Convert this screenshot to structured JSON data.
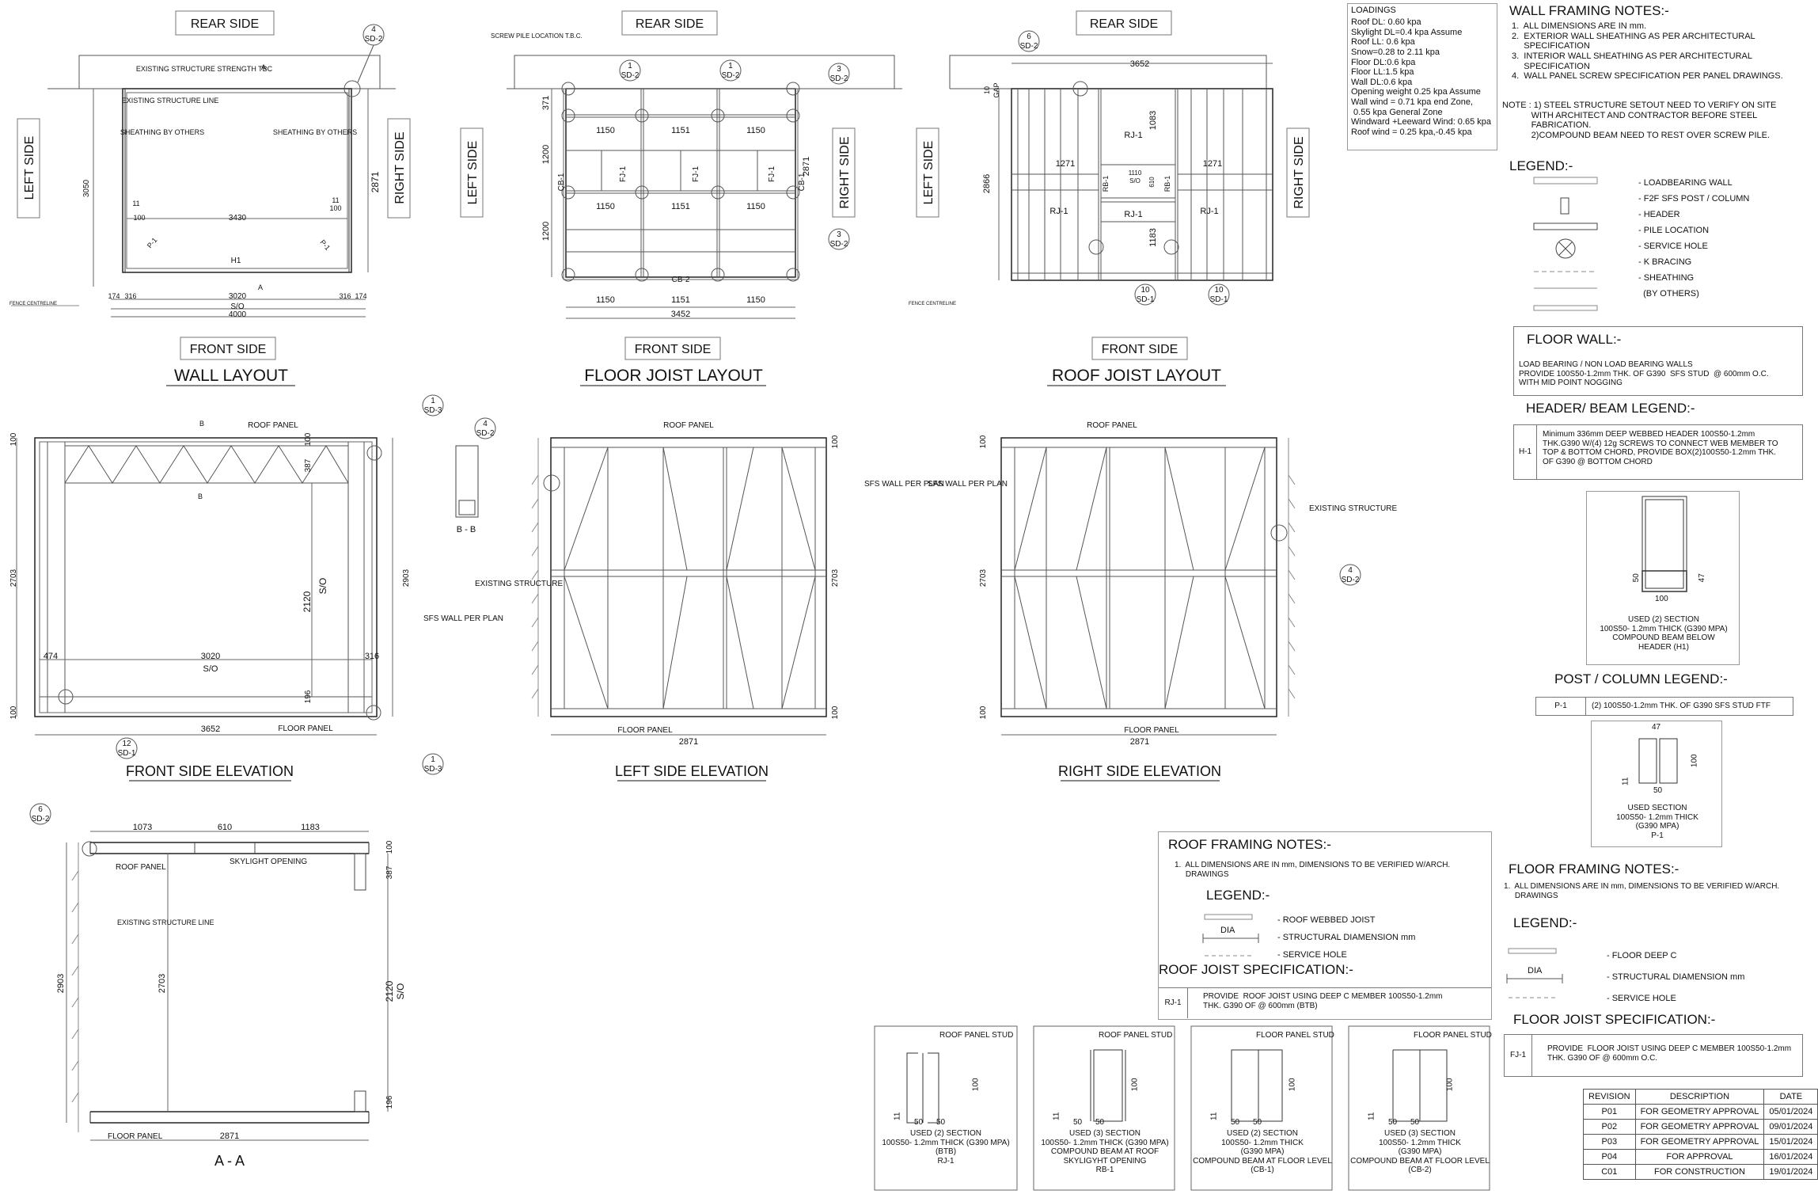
{
  "views": {
    "side_rear": "REAR SIDE",
    "side_front": "FRONT SIDE",
    "side_left": "LEFT SIDE",
    "side_right": "RIGHT SIDE",
    "wall_layout": "WALL LAYOUT",
    "floor_joist_layout": "FLOOR JOIST LAYOUT",
    "roof_joist_layout": "ROOF JOIST LAYOUT",
    "front_side_elevation": "FRONT SIDE ELEVATION",
    "left_side_elevation": "LEFT SIDE ELEVATION",
    "right_side_elevation": "RIGHT SIDE ELEVATION",
    "section_aa": "A - A",
    "section_bb": "B - B"
  },
  "wall_layout": {
    "existing_structure_strength": "EXISTING STRUCTURE STRENGTH TBC",
    "existing_structure_line": "EXISTING STRUCTURE LINE",
    "sheathing_by_others": "SHEATHING BY OTHERS",
    "dim_3050": "3050",
    "dim_2871": "2871",
    "dim_3430": "3430",
    "dim_3020": "3020",
    "dim_so": "S/O",
    "dim_4000": "4000",
    "dim_174": "174",
    "dim_316": "316",
    "dim_100": "100",
    "dim_11": "11",
    "header_tag": "H1",
    "post_tag": "P-1",
    "section_a": "A",
    "fence_centreline": "FENCE CENTRELINE",
    "callout_sd2_num": "4",
    "callout_sd2": "SD-2"
  },
  "floor_joist_layout": {
    "screw_pile": "SCREW PILE LOCATION T.B.C.",
    "dim_1150": "1150",
    "dim_1151": "1151",
    "dim_1200": "1200",
    "dim_371": "371",
    "dim_2871": "2871",
    "dim_3452": "3452",
    "fj": "FJ-1",
    "cb1": "CB-1",
    "cb2": "CB-2",
    "callout_1": "1",
    "callout_3": "3",
    "sd2": "SD-2"
  },
  "roof_joist_layout": {
    "dim_3652": "3652",
    "dim_10": "10",
    "gap": "GAP",
    "dim_1083": "1083",
    "dim_1271": "1271",
    "dim_1110": "1110",
    "dim_610": "610",
    "dim_1183": "1183",
    "dim_2866": "2866",
    "so": "S/O",
    "rj": "RJ-1",
    "rb": "RB-1",
    "callout_6": "6",
    "callout_10": "10",
    "sd1": "SD-1",
    "sd2": "SD-2",
    "fence_centreline": "FENCE CENTRELINE"
  },
  "front_elevation": {
    "roof_panel": "ROOF PANEL",
    "floor_panel": "FLOOR PANEL",
    "sfs_wall": "SFS WALL PER PLAN",
    "dim_100": "100",
    "dim_387": "387",
    "dim_2703": "2703",
    "dim_2120": "2120",
    "dim_so": "S/O",
    "dim_2903": "2903",
    "dim_474": "474",
    "dim_3020": "3020",
    "dim_316": "316",
    "dim_196": "196",
    "dim_3652": "3652",
    "callout_1": "1",
    "callout_12": "12",
    "sd1": "SD-1",
    "sd3": "SD-3",
    "b": "B"
  },
  "section_bb": {
    "callout": "4",
    "sd": "SD-2"
  },
  "left_elevation": {
    "roof_panel": "ROOF PANEL",
    "floor_panel": "FLOOR PANEL",
    "sfs_wall": "SFS WALL PER PLAN",
    "existing_structure": "EXISTING STRUCTURE",
    "dim_2703": "2703",
    "dim_2871": "2871",
    "dim_100": "100"
  },
  "right_elevation": {
    "roof_panel": "ROOF PANEL",
    "floor_panel": "FLOOR PANEL",
    "sfs_wall": "SFS WALL PER PLAN",
    "existing_structure": "EXISTING STRUCTURE",
    "dim_2703": "2703",
    "dim_2871": "2871",
    "dim_100": "100",
    "callout_4": "4",
    "sd2": "SD-2"
  },
  "section_aa": {
    "dim_1073": "1073",
    "dim_610": "610",
    "dim_1183": "1183",
    "roof_panel": "ROOF PANEL",
    "skylight": "SKYLIGHT OPENING",
    "existing_line": "EXISTING STRUCTURE LINE",
    "dim_100": "100",
    "dim_387": "387",
    "dim_2903": "2903",
    "dim_2703": "2703",
    "dim_2120": "2120",
    "dim_so": "S/O",
    "dim_196": "196",
    "floor_panel": "FLOOR PANEL",
    "dim_2871": "2871",
    "callout_6": "6",
    "sd2": "SD-2"
  },
  "loadings": {
    "title": "LOADINGS",
    "lines": [
      "Roof DL: 0.60 kpa",
      "Skylight DL=0.4 kpa Assume",
      "Roof LL: 0.6 kpa",
      "Snow=0.28 to 2.11 kpa",
      "Floor DL:0.6 kpa",
      "Floor LL:1.5 kpa",
      "Wall DL:0.6 kpa",
      "Opening weight 0.25 kpa Assume",
      "Wall wind = 0.71 kpa end Zone,",
      " 0.55 kpa General Zone",
      "Windward +Leeward Wind: 0.65 kpa",
      "Roof wind = 0.25 kpa,-0.45 kpa"
    ]
  },
  "wall_notes": {
    "title": "WALL FRAMING NOTES:-",
    "items": [
      "1.  ALL DIMENSIONS ARE IN mm.",
      "2.  EXTERIOR WALL SHEATHING AS PER ARCHITECTURAL",
      "     SPECIFICATION",
      "3.  INTERIOR WALL SHEATHING AS PER ARCHITECTURAL",
      "     SPECIFICATION",
      "4.  WALL PANEL SCREW SPECIFICATION PER PANEL DRAWINGS."
    ],
    "note": [
      "NOTE : 1) STEEL STRUCTURE SETOUT NEED TO VERIFY ON SITE",
      "            WITH ARCHITECT AND CONTRACTOR BEFORE STEEL",
      "            FABRICATION.",
      "            2)COMPOUND BEAM NEED TO REST OVER SCREW PILE."
    ]
  },
  "legend": {
    "title": "LEGEND:-",
    "items": [
      "- LOADBEARING WALL",
      "- F2F SFS POST / COLUMN",
      "- HEADER",
      "- PILE LOCATION",
      "- SERVICE HOLE",
      "- K BRACING",
      "- SHEATHING",
      "  (BY OTHERS)"
    ]
  },
  "floor_wall": {
    "title": "FLOOR WALL:-",
    "lines": [
      "LOAD BEARING / NON LOAD BEARING WALLS",
      "PROVIDE 100S50-1.2mm THK. OF G390  SFS STUD  @ 600mm O.C.",
      "WITH MID POINT NOGGING"
    ]
  },
  "header_legend": {
    "title": "HEADER/  BEAM LEGEND:-",
    "tag": "H-1",
    "lines": [
      "Minimum 336mm DEEP WEBBED HEADER 100S50-1.2mm",
      "THK.G390 W/(4) 12g SCREWS TO CONNECT WEB MEMBER TO",
      "TOP & BOTTOM CHORD, PROVIDE BOX(2)100S50-1.2mm THK.",
      "OF G390 @ BOTTOM CHORD"
    ],
    "dim_50": "50",
    "dim_47": "47",
    "dim_100": "100",
    "caption": [
      "USED (2) SECTION",
      "100S50- 1.2mm THICK (G390 MPA)",
      "COMPOUND BEAM BELOW",
      "HEADER (H1)"
    ]
  },
  "post_legend": {
    "title": "POST / COLUMN LEGEND:-",
    "tag": "P-1",
    "spec": "(2) 100S50-1.2mm THK. OF G390  SFS STUD FTF",
    "dim_47": "47",
    "dim_100": "100",
    "dim_11": "11",
    "dim_50": "50",
    "caption": [
      "USED SECTION",
      "100S50- 1.2mm THICK",
      "(G390 MPA)",
      "P-1"
    ]
  },
  "floor_notes": {
    "title": "FLOOR FRAMING NOTES:-",
    "lines": [
      "1.  ALL DIMENSIONS ARE IN mm, DIMENSIONS TO BE VERIFIED W/ARCH.",
      "     DRAWINGS"
    ],
    "legend_title": "LEGEND:-",
    "legend": [
      "- FLOOR DEEP C",
      "- STRUCTURAL DIAMENSION mm",
      "- SERVICE HOLE"
    ],
    "dia": "DIA",
    "spec_title": "FLOOR JOIST  SPECIFICATION:-",
    "spec_tag": "FJ-1",
    "spec_lines": [
      "PROVIDE  FLOOR JOIST USING DEEP C MEMBER 100S50-1.2mm",
      "THK. G390 OF @ 600mm O.C."
    ]
  },
  "roof_notes": {
    "title": "ROOF FRAMING NOTES:-",
    "lines": [
      "1.  ALL DIMENSIONS ARE IN mm, DIMENSIONS TO BE VERIFIED W/ARCH.",
      "     DRAWINGS"
    ],
    "legend_title": "LEGEND:-",
    "legend": [
      "- ROOF WEBBED JOIST",
      "- STRUCTURAL DIAMENSION mm",
      "- SERVICE HOLE"
    ],
    "dia": "DIA",
    "spec_title": "ROOF JOIST  SPECIFICATION:-",
    "spec_tag": "RJ-1",
    "spec_lines": [
      "PROVIDE  ROOF JOIST USING DEEP C MEMBER 100S50-1.2mm",
      "THK. G390 OF @ 600mm (BTB)"
    ]
  },
  "sections": [
    {
      "label": "ROOF PANEL STUD",
      "caption": [
        "USED (2) SECTION",
        "100S50- 1.2mm THICK (G390 MPA)",
        "(BTB)",
        "RJ-1"
      ],
      "dims": [
        "100",
        "11",
        "50",
        "50"
      ]
    },
    {
      "label": "ROOF PANEL STUD",
      "caption": [
        "USED (3) SECTION",
        "100S50- 1.2mm THICK (G390 MPA)",
        "COMPOUND BEAM AT ROOF",
        "SKYLIGYHT OPENING",
        "RB-1"
      ],
      "dims": [
        "100",
        "11",
        "50",
        "50"
      ]
    },
    {
      "label": "FLOOR PANEL STUD",
      "caption": [
        "USED (2) SECTION",
        "100S50- 1.2mm THICK",
        "(G390 MPA)",
        "COMPOUND BEAM AT FLOOR LEVEL",
        "(CB-1)"
      ],
      "dims": [
        "100",
        "11",
        "50",
        "50"
      ]
    },
    {
      "label": "FLOOR PANEL STUD",
      "caption": [
        "USED (3) SECTION",
        "100S50- 1.2mm THICK",
        "(G390 MPA)",
        "COMPOUND BEAM AT FLOOR LEVEL",
        "(CB-2)"
      ],
      "dims": [
        "100",
        "11",
        "50",
        "50"
      ]
    }
  ],
  "revisions": {
    "headers": [
      "REVISION",
      "DESCRIPTION",
      "DATE"
    ],
    "rows": [
      [
        "P01",
        "FOR GEOMETRY APPROVAL",
        "05/01/2024"
      ],
      [
        "P02",
        "FOR GEOMETRY APPROVAL",
        "09/01/2024"
      ],
      [
        "P03",
        "FOR GEOMETRY APPROVAL",
        "15/01/2024"
      ],
      [
        "P04",
        "FOR APPROVAL",
        "16/01/2024"
      ],
      [
        "C01",
        "FOR CONSTRUCTION",
        "19/01/2024"
      ]
    ]
  }
}
